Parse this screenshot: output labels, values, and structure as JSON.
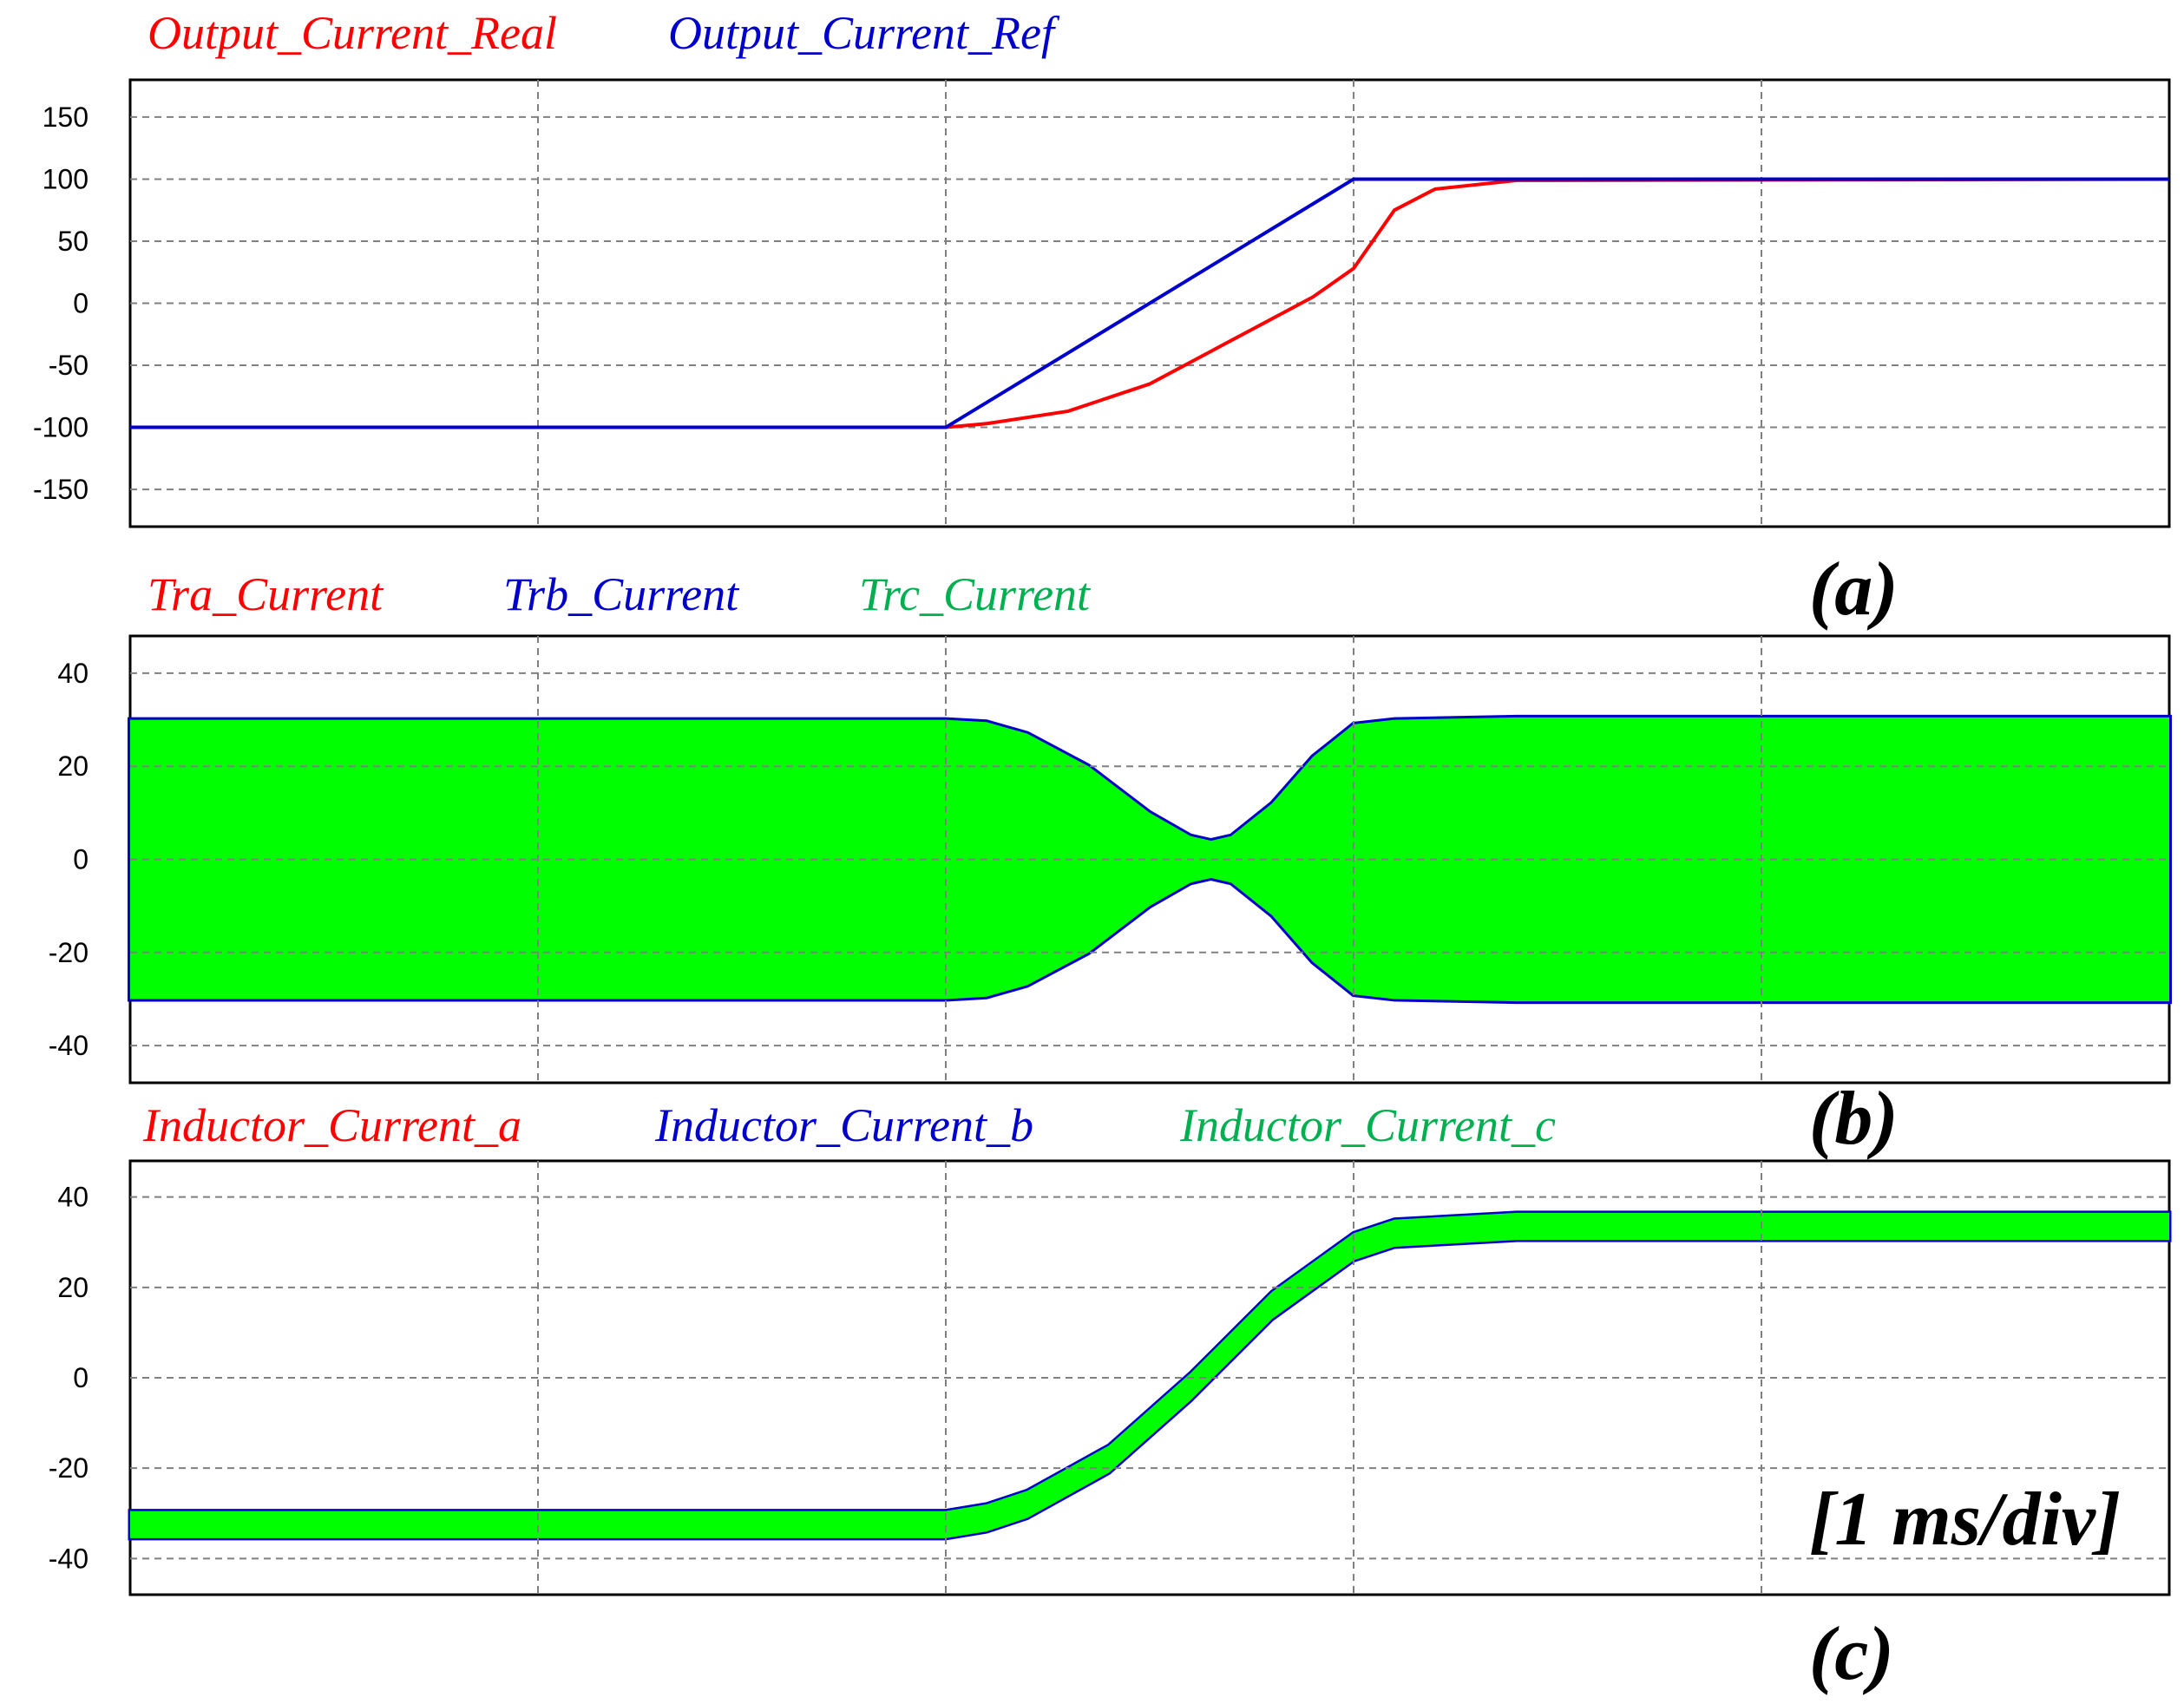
{
  "colors": {
    "red": "#ff0000",
    "blue": "#0000cd",
    "green": "#00ff00",
    "legend_green": "#00b050",
    "grid": "#808080",
    "axis": "#000000"
  },
  "scale_note": "[1 ms/div]",
  "chart_data": [
    {
      "type": "line",
      "panel_tag": "(a)",
      "ylim": [
        -180,
        180
      ],
      "xlim": [
        0,
        5
      ],
      "xunit": "ms",
      "yticks": [
        "150",
        "100",
        "50",
        "0",
        "-50",
        "-100",
        "-150"
      ],
      "ytick_values": [
        150,
        100,
        50,
        0,
        -50,
        -100,
        -150
      ],
      "grid": true,
      "legend_position": "top-left",
      "series": [
        {
          "name": "Output_Current_Real",
          "color": "#ff0000",
          "x": [
            0,
            2.0,
            2.1,
            2.3,
            2.5,
            2.7,
            2.9,
            3.0,
            3.1,
            3.2,
            3.4,
            5.0
          ],
          "y": [
            -100,
            -100,
            -97,
            -87,
            -65,
            -30,
            5,
            28,
            75,
            92,
            99,
            100
          ]
        },
        {
          "name": "Output_Current_Ref",
          "color": "#0000cd",
          "x": [
            0,
            2.0,
            3.0,
            5.0
          ],
          "y": [
            -100,
            -100,
            100,
            100
          ]
        }
      ]
    },
    {
      "type": "area",
      "panel_tag": "(b)",
      "ylim": [
        -48,
        48
      ],
      "xlim": [
        0,
        5
      ],
      "xunit": "ms",
      "yticks": [
        "40",
        "20",
        "0",
        "-20",
        "-40"
      ],
      "ytick_values": [
        40,
        20,
        0,
        -20,
        -40
      ],
      "grid": true,
      "legend_position": "top-left",
      "envelope": {
        "x": [
          0,
          2.0,
          2.1,
          2.2,
          2.35,
          2.5,
          2.6,
          2.65,
          2.7,
          2.8,
          2.9,
          3.0,
          3.1,
          3.4,
          5.0
        ],
        "upper": [
          30,
          30,
          29.5,
          27,
          20,
          10,
          5,
          4,
          5,
          12,
          22,
          29,
          30,
          30.5,
          30.5
        ],
        "lower": [
          -30,
          -30,
          -29.5,
          -27,
          -20,
          -10,
          -5,
          -4,
          -5,
          -12,
          -22,
          -29,
          -30,
          -30.5,
          -30.5
        ]
      },
      "series": [
        {
          "name": "Tra_Current",
          "color": "#ff0000"
        },
        {
          "name": "Trb_Current",
          "color": "#0000cd"
        },
        {
          "name": "Trc_Current",
          "color": "#00b050"
        }
      ]
    },
    {
      "type": "line",
      "panel_tag": "(c)",
      "ylim": [
        -48,
        48
      ],
      "xlim": [
        0,
        5
      ],
      "xunit": "ms",
      "yticks": [
        "40",
        "20",
        "0",
        "-20",
        "-40"
      ],
      "ytick_values": [
        40,
        20,
        0,
        -20,
        -40
      ],
      "grid": true,
      "legend_position": "top-left",
      "band": {
        "x": [
          0,
          2.0,
          2.1,
          2.2,
          2.4,
          2.6,
          2.8,
          3.0,
          3.1,
          3.4,
          5.0
        ],
        "center": [
          -32.5,
          -32.5,
          -31,
          -28,
          -18,
          -2,
          16,
          29,
          32,
          33.5,
          33.5
        ],
        "halfwidth": 3
      },
      "series": [
        {
          "name": "Inductor_Current_a",
          "color": "#ff0000"
        },
        {
          "name": "Inductor_Current_b",
          "color": "#0000cd"
        },
        {
          "name": "Inductor_Current_c",
          "color": "#00b050"
        }
      ]
    }
  ]
}
